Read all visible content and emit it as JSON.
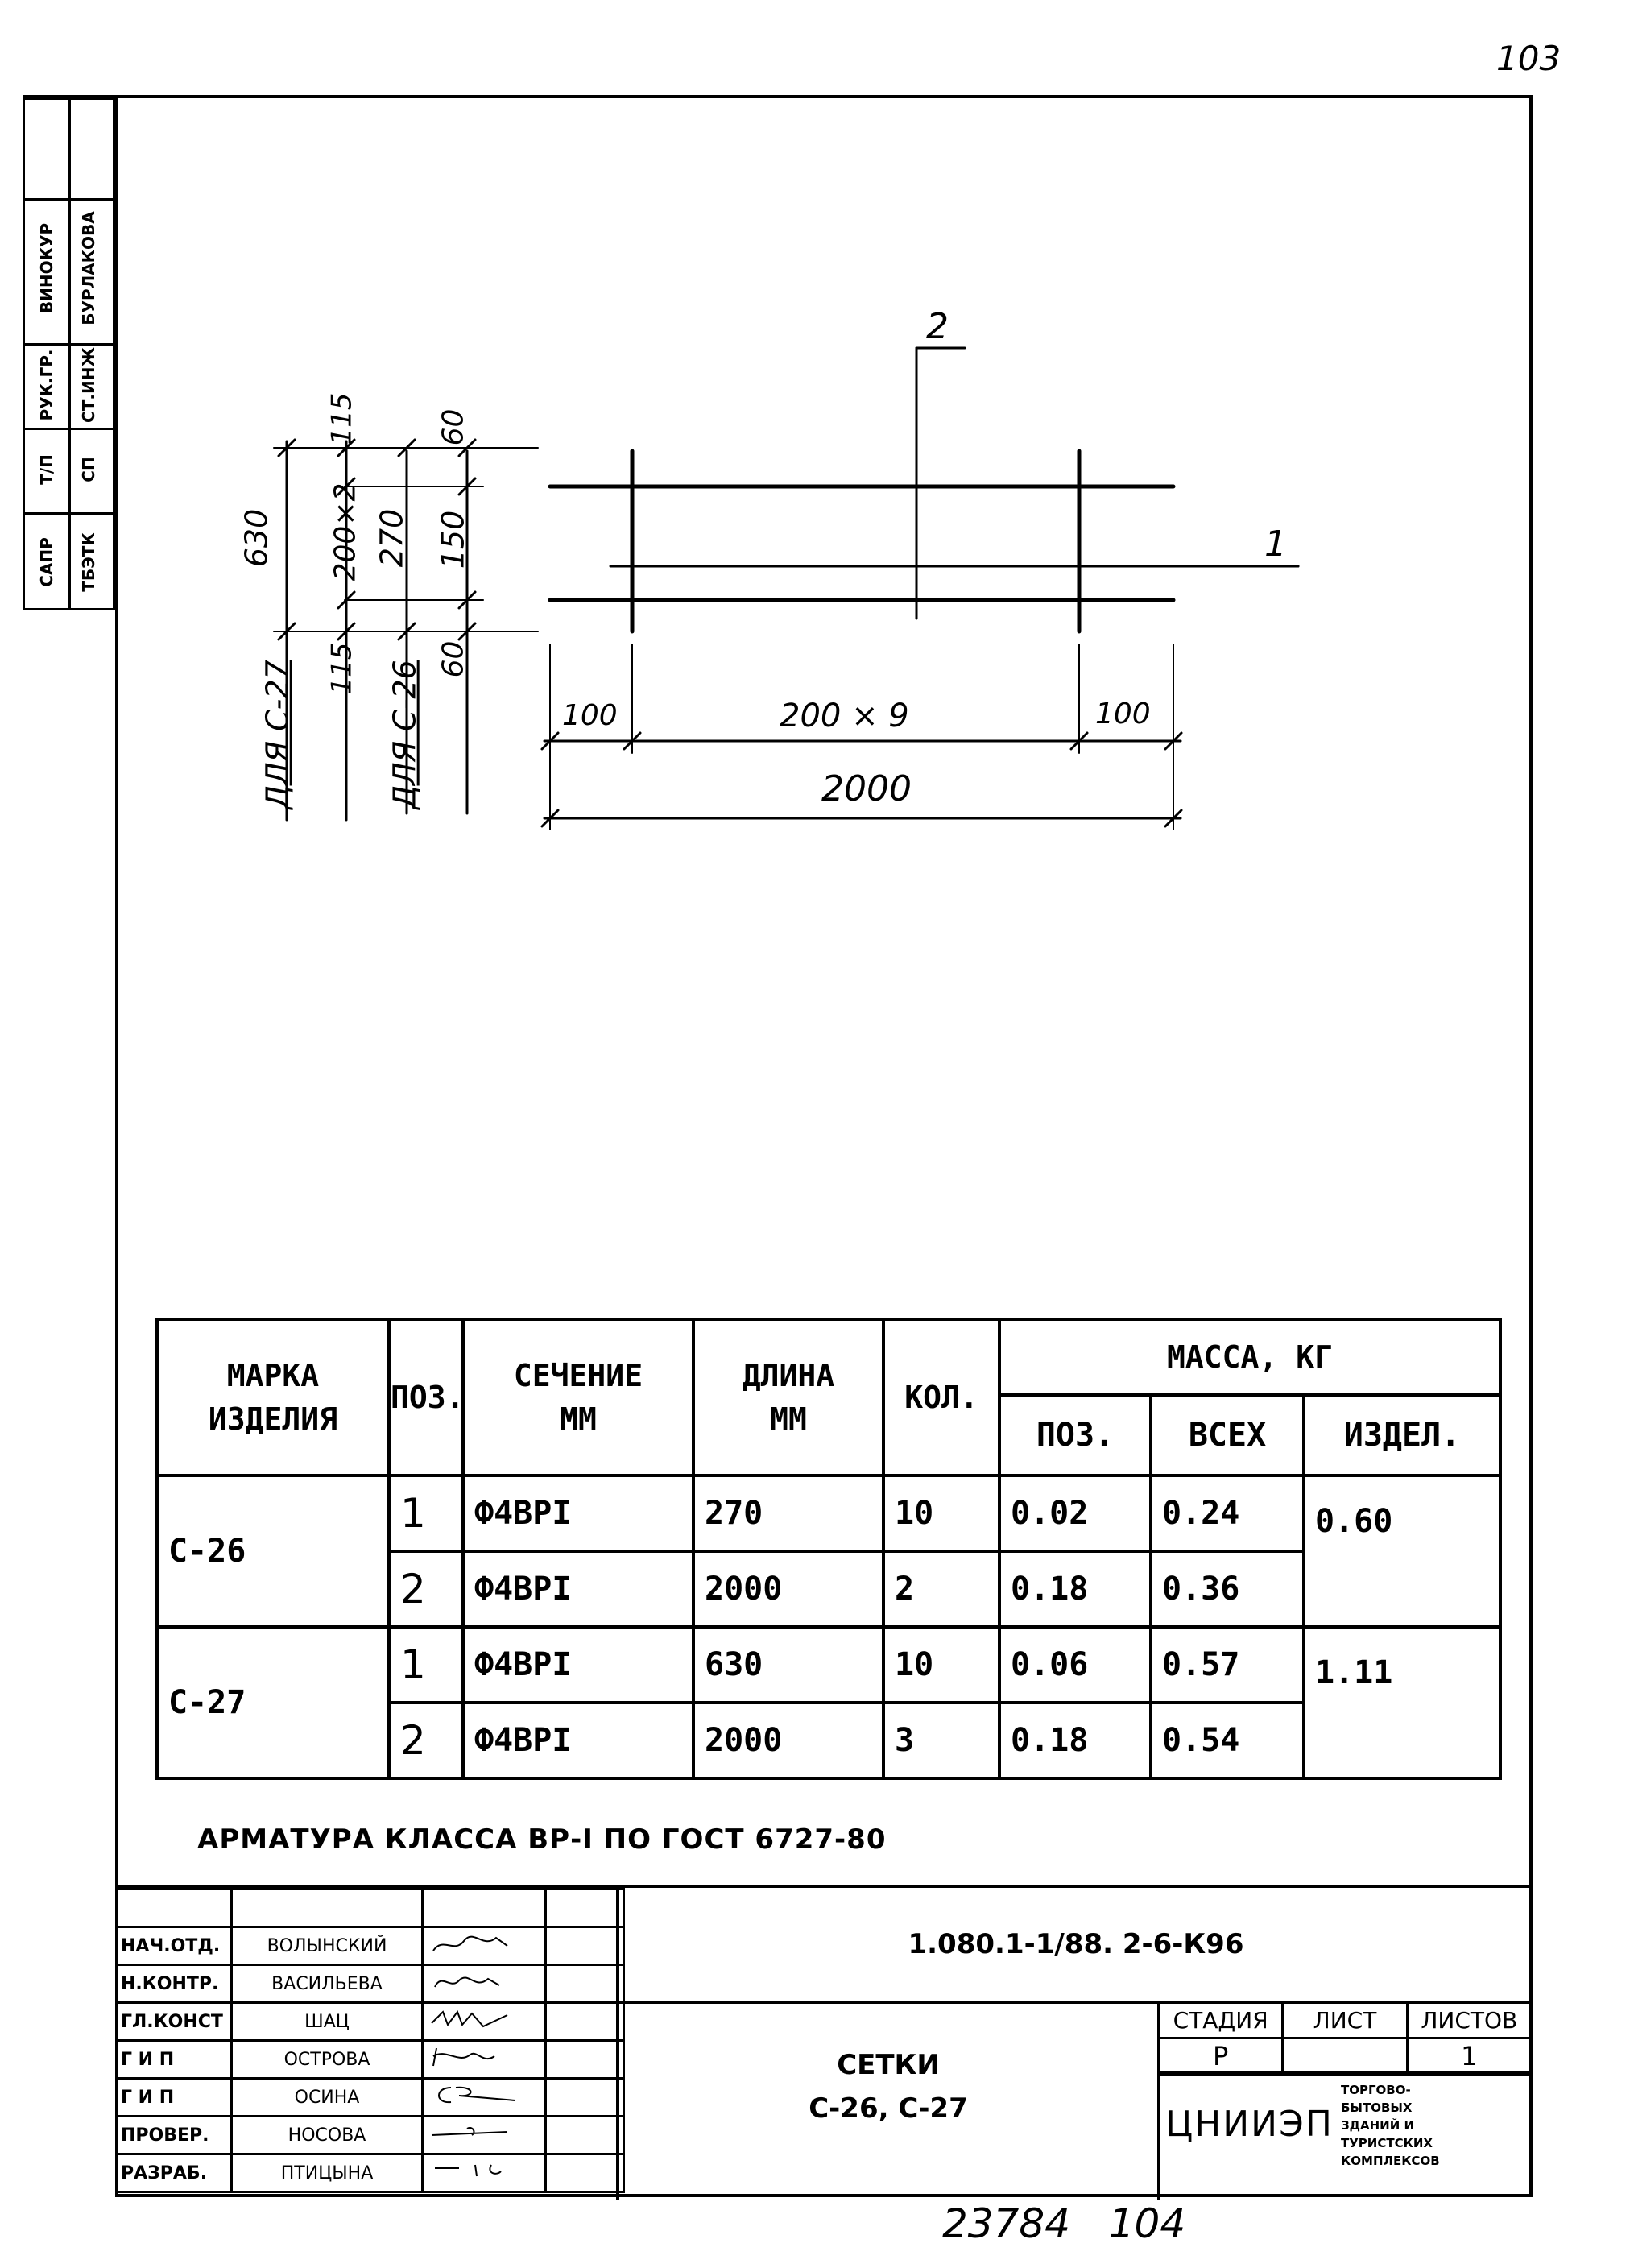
{
  "page_number_top": "103",
  "archive_number_bottom": "23784   104",
  "side_stamp": {
    "roles": [
      "САПР",
      "Т/П",
      "РУК.ГР.",
      "ВИНОКУР"
    ],
    "names": [
      "ТБЭТК",
      "СП",
      "СТ.ИНЖ",
      "БУРЛАКОВА"
    ]
  },
  "drawing": {
    "pos1": "1",
    "pos2": "2",
    "dim_100_left": "100",
    "dim_200x9": "200 × 9",
    "dim_100_right": "100",
    "dim_2000": "2000",
    "dim_630": "630",
    "dim_200x2": "200×2",
    "dim_115_top": "115",
    "dim_115_bottom": "115",
    "dim_270": "270",
    "dim_60_top": "60",
    "dim_150": "150",
    "dim_60_bottom": "60",
    "label_c27": "ДЛЯ С-27",
    "label_c26": "ДЛЯ С-26"
  },
  "spec_table": {
    "h_mark_1": "МАРКА",
    "h_mark_2": "ИЗДЕЛИЯ",
    "h_pos": "ПОЗ.",
    "h_section_1": "СЕЧЕНИЕ",
    "h_section_2": "ММ",
    "h_length_1": "ДЛИНА",
    "h_length_2": "ММ",
    "h_qty": "КОЛ.",
    "h_mass": "МАССА, КГ",
    "h_mass_pos": "ПОЗ.",
    "h_mass_all": "ВСЕХ",
    "h_mass_item": "ИЗДЕЛ.",
    "groups": [
      {
        "mark": "С-26",
        "item_mass": "0.60",
        "rows": [
          {
            "pos": "1",
            "section": "Ф4ВРI",
            "length": "270",
            "qty": "10",
            "mass_pos": "0.02",
            "mass_all": "0.24"
          },
          {
            "pos": "2",
            "section": "Ф4ВРI",
            "length": "2000",
            "qty": "2",
            "mass_pos": "0.18",
            "mass_all": "0.36"
          }
        ]
      },
      {
        "mark": "С-27",
        "item_mass": "1.11",
        "rows": [
          {
            "pos": "1",
            "section": "Ф4ВРI",
            "length": "630",
            "qty": "10",
            "mass_pos": "0.06",
            "mass_all": "0.57"
          },
          {
            "pos": "2",
            "section": "Ф4ВРI",
            "length": "2000",
            "qty": "3",
            "mass_pos": "0.18",
            "mass_all": "0.54"
          }
        ]
      }
    ]
  },
  "note": "АРМАТУРА КЛАССА ВР-I  ПО ГОСТ 6727-80",
  "title_block": {
    "signatures": [
      {
        "role": "",
        "name": ""
      },
      {
        "role": "НАЧ.ОТД.",
        "name": "ВОЛЫНСКИЙ"
      },
      {
        "role": "Н.КОНТР.",
        "name": "ВАСИЛЬЕВА"
      },
      {
        "role": "ГЛ.КОНСТ",
        "name": "ШАЦ"
      },
      {
        "role": "Г И П",
        "name": "ОСТРОВА"
      },
      {
        "role": "Г И П",
        "name": "ОСИНА"
      },
      {
        "role": "ПРОВЕР.",
        "name": "НОСОВА"
      },
      {
        "role": "РАЗРАБ.",
        "name": "ПТИЦЫНА"
      }
    ],
    "doc_code": "1.080.1-1/88. 2-6-К96",
    "title_line1": "СЕТКИ",
    "title_line2": "С-26, С-27",
    "stage_label": "СТАДИЯ",
    "sheet_label": "ЛИСТ",
    "sheets_label": "ЛИСТОВ",
    "stage_value": "Р",
    "sheet_value": "",
    "sheets_value": "1",
    "org_name": "ЦНИИЭП",
    "org_desc": [
      "ТОРГОВО-",
      "БЫТОВЫХ",
      "ЗДАНИЙ И",
      "ТУРИСТСКИХ",
      "КОМПЛЕКСОВ"
    ]
  }
}
